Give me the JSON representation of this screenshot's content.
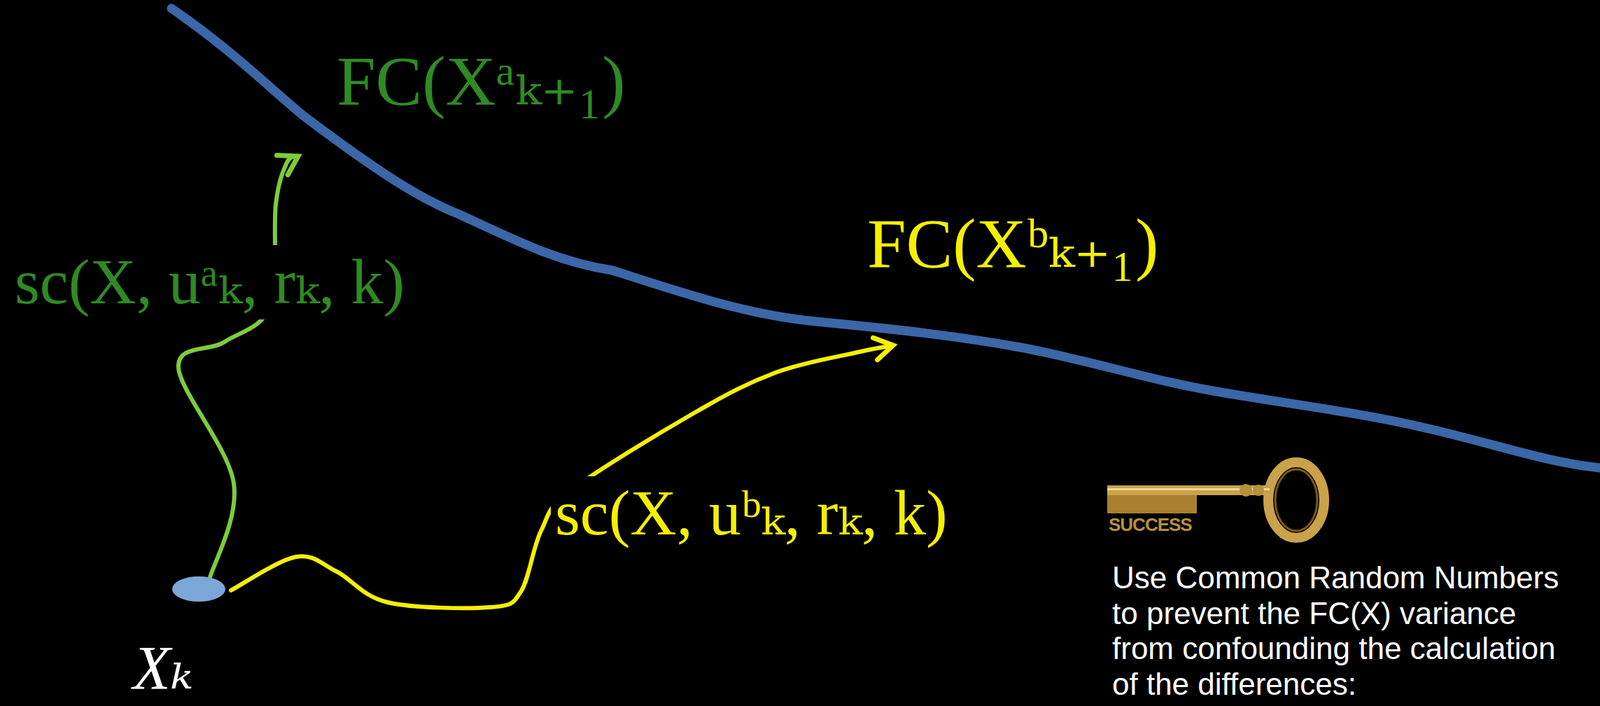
{
  "diagram": {
    "nodes": [
      {
        "text": [
          "Xₖ"
        ]
      },
      {
        "text": [
          "FC(Xᵃₖ₊₁)"
        ]
      },
      {
        "text": [
          "FC(Xᵇₖ₊₁)"
        ]
      }
    ],
    "edges": [
      {
        "from": 0,
        "to": 1,
        "arrow": "to",
        "label": "sc(X, uᵃₖ, rₖ, k)"
      },
      {
        "from": 0,
        "to": 2,
        "arrow": "to",
        "label": "sc(X, uᵇₖ, rₖ, k)"
      }
    ],
    "labels": [
      "SUCCESS",
      "Use Common Random Numbers to prevent the FC(X) variance from confounding the calculation of the differences:"
    ]
  }
}
